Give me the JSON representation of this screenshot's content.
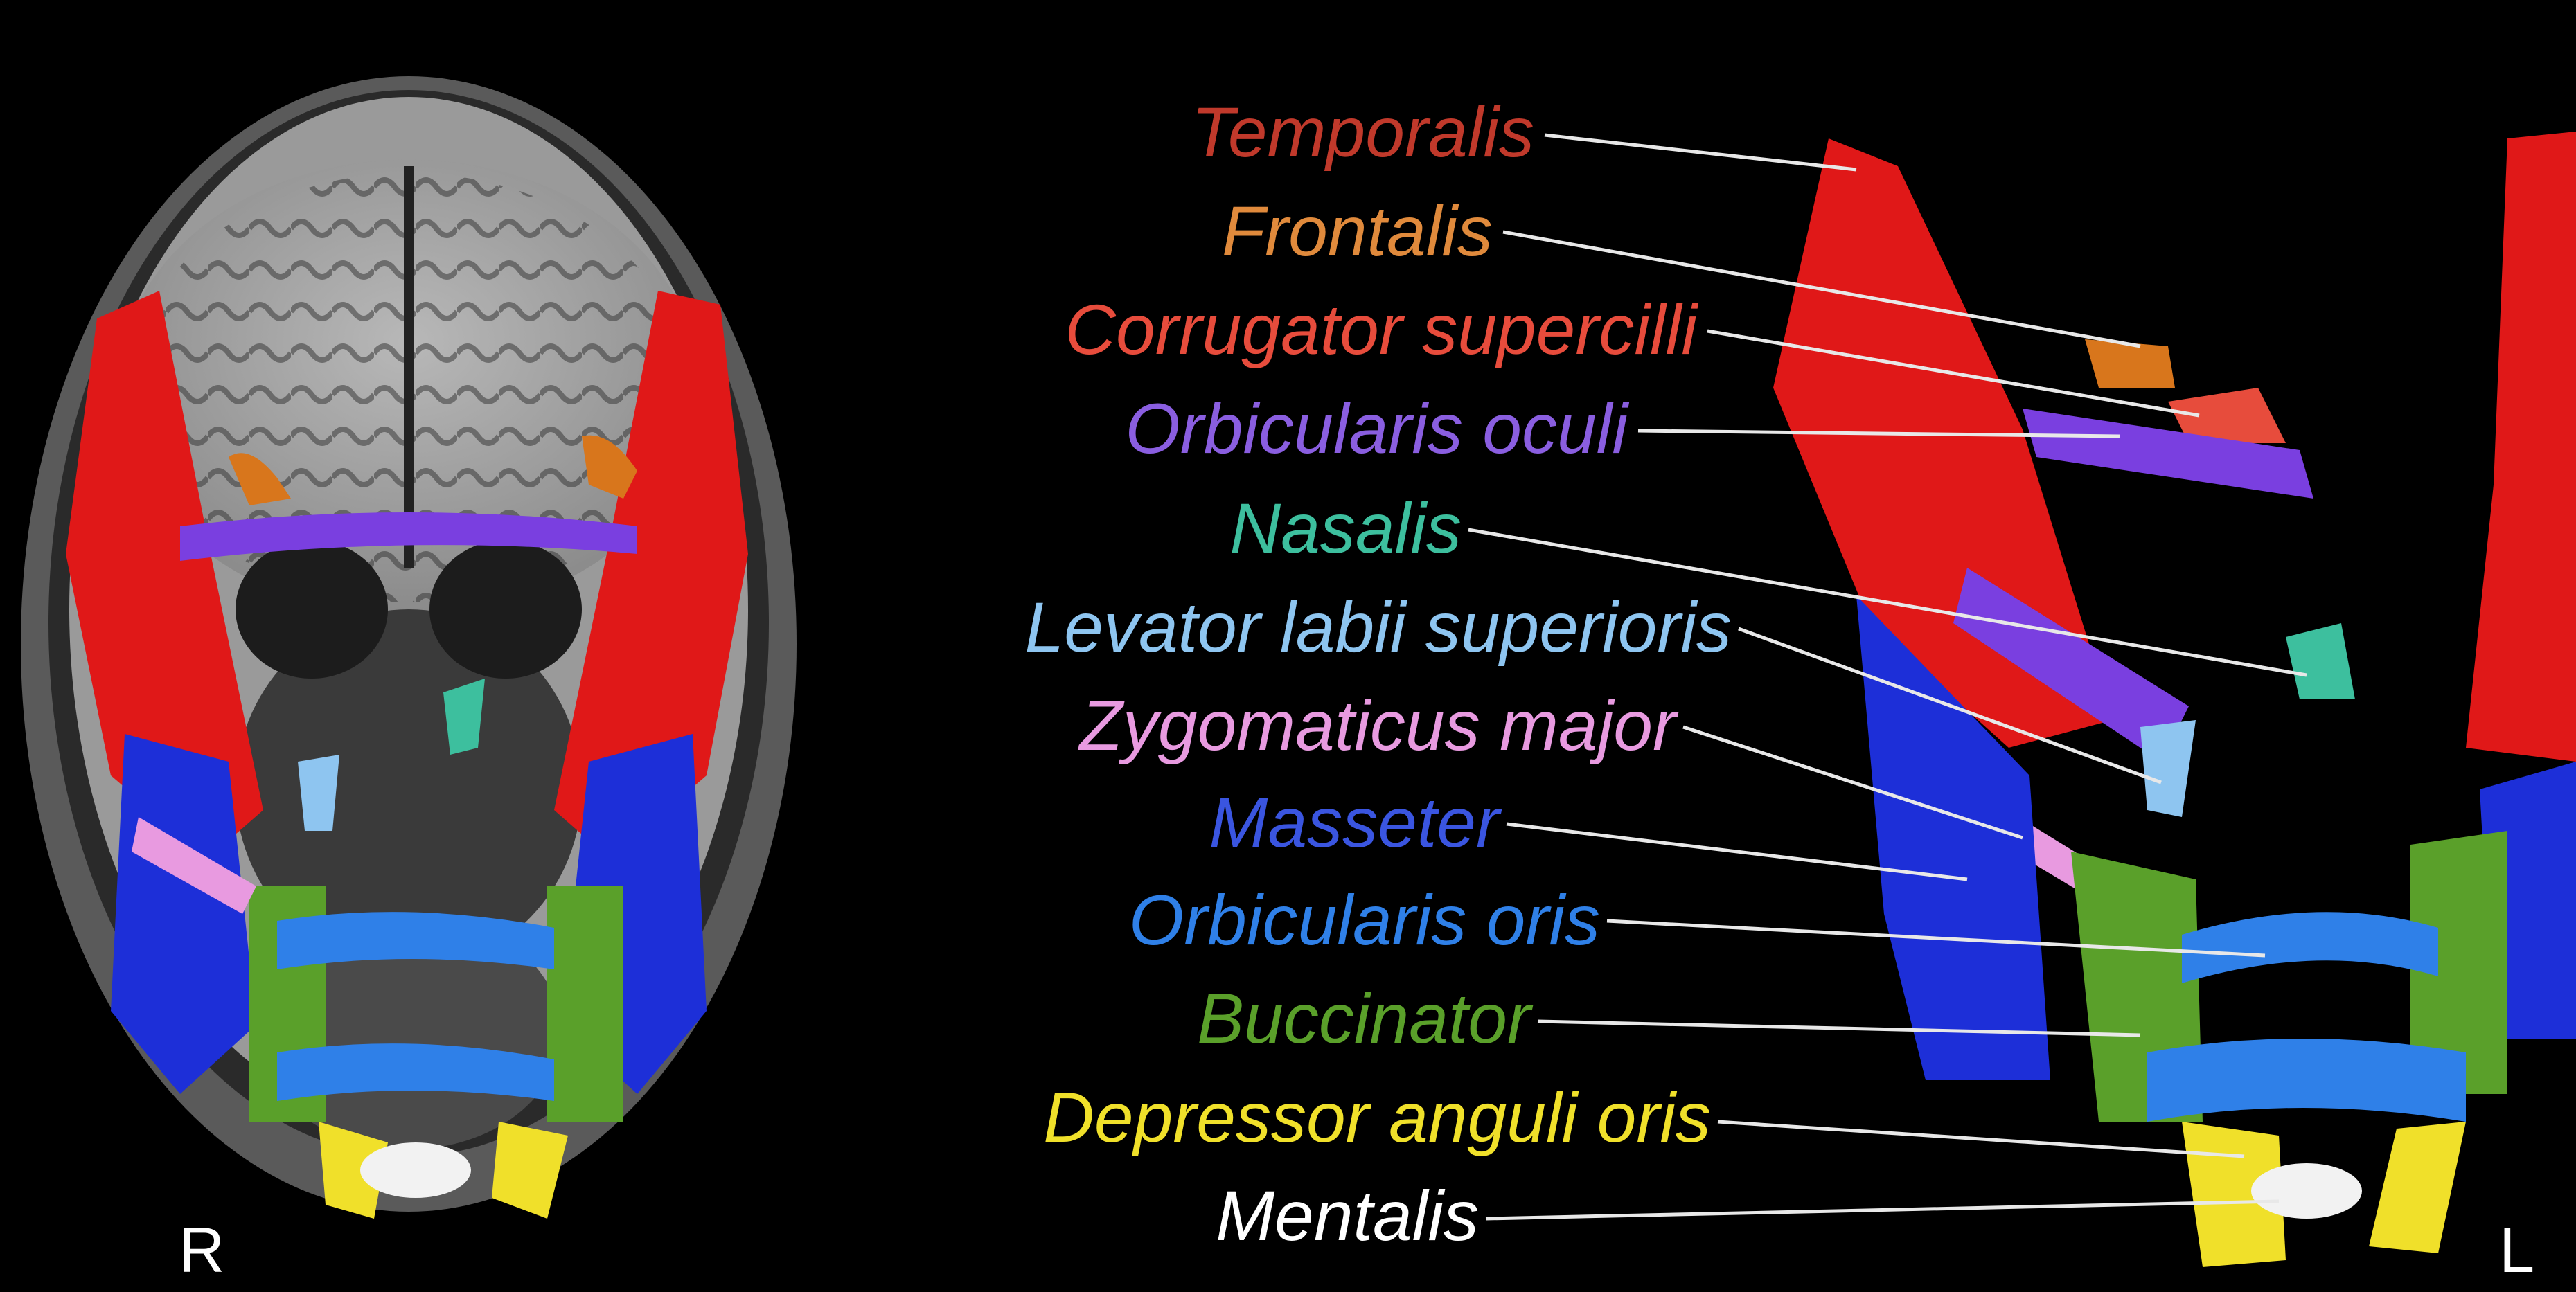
{
  "side_labels": {
    "right": "R",
    "left": "L"
  },
  "muscles": [
    {
      "id": "temporalis",
      "label": "Temporalis",
      "color": "#c0392b"
    },
    {
      "id": "frontalis",
      "label": "Frontalis",
      "color": "#e08a3c"
    },
    {
      "id": "corrugator",
      "label": "Corrugator supercilli",
      "color": "#e74c3c"
    },
    {
      "id": "orbicularis-oculi",
      "label": "Orbicularis oculi",
      "color": "#8a5ee0"
    },
    {
      "id": "nasalis",
      "label": "Nasalis",
      "color": "#3dbf9e"
    },
    {
      "id": "levator",
      "label": "Levator labii superioris",
      "color": "#8ec5f0"
    },
    {
      "id": "zygomaticus",
      "label": "Zygomaticus major",
      "color": "#e89ae0"
    },
    {
      "id": "masseter",
      "label": "Masseter",
      "color": "#3a55e0"
    },
    {
      "id": "orbicularis-oris",
      "label": "Orbicularis oris",
      "color": "#2f80e8"
    },
    {
      "id": "buccinator",
      "label": "Buccinator",
      "color": "#5aa02a"
    },
    {
      "id": "depressor",
      "label": "Depressor anguli oris",
      "color": "#f0e02a"
    },
    {
      "id": "mentalis",
      "label": "Mentalis",
      "color": "#ffffff"
    }
  ]
}
